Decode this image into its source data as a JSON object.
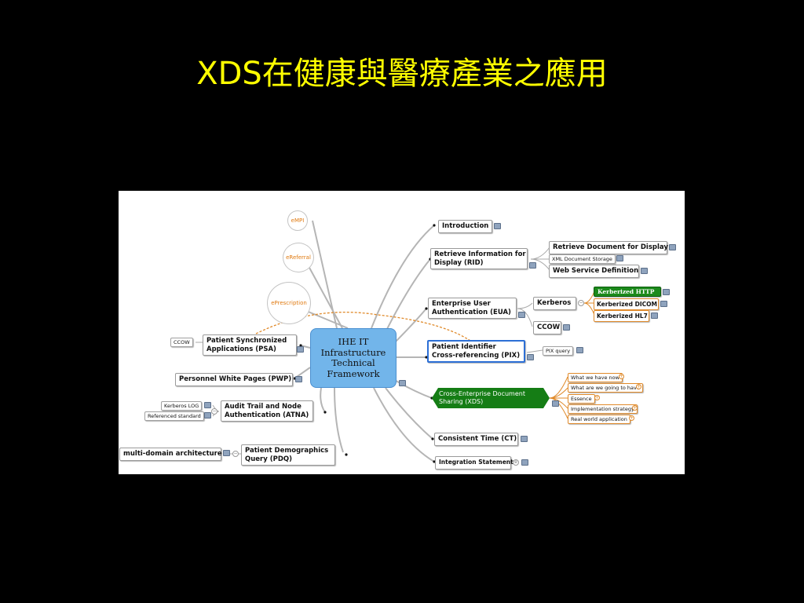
{
  "title": "XDS在健康與醫療產業之應用",
  "mindmap": {
    "center": [
      "IHE IT",
      "Infrastructure",
      "Technical",
      "Framework"
    ],
    "circles": [
      "eMPI",
      "eReferral",
      "ePrescription"
    ],
    "left": {
      "psa": [
        "Patient Synchronized",
        "Applications (PSA)"
      ],
      "psa_ccow": "CCOW",
      "pwp": "Personnel White Pages (PWP)",
      "atna": [
        "Audit Trail and Node",
        "Authentication (ATNA)"
      ],
      "kerberos_log": "Kerberos LOG",
      "referenced_standard": "Referenced standard",
      "pdq": [
        "Patient Demographics",
        "Query (PDQ)"
      ],
      "multi_domain": "multi-domain architecture"
    },
    "right": {
      "introduction": "Introduction",
      "rid": [
        "Retrieve Information for",
        "Display (RID)"
      ],
      "retrieve_doc": "Retrieve Document for Display",
      "xml_storage": "XML Document Storage",
      "web_service": "Web Service Definition",
      "eua": [
        "Enterprise User",
        "Authentication (EUA)"
      ],
      "kerberos": "Kerberos",
      "kerb_http": "Kerberized HTTP",
      "kerb_dicom": "Kerberized DICOM",
      "kerb_hl7": "Kerberized HL7",
      "eua_ccow": "CCOW",
      "pix": [
        "Patient Identifier",
        "Cross-referencing (PIX)"
      ],
      "pix_query": "PIX query",
      "xds": [
        "Cross-Enterprise Document",
        "Sharing (XDS)"
      ],
      "xds_children": [
        "What we have now",
        "What are we going to have",
        "Essence",
        "Implementation strategy",
        "Real world application"
      ],
      "ct": "Consistent Time (CT)",
      "integration": "Integration Statement"
    }
  }
}
